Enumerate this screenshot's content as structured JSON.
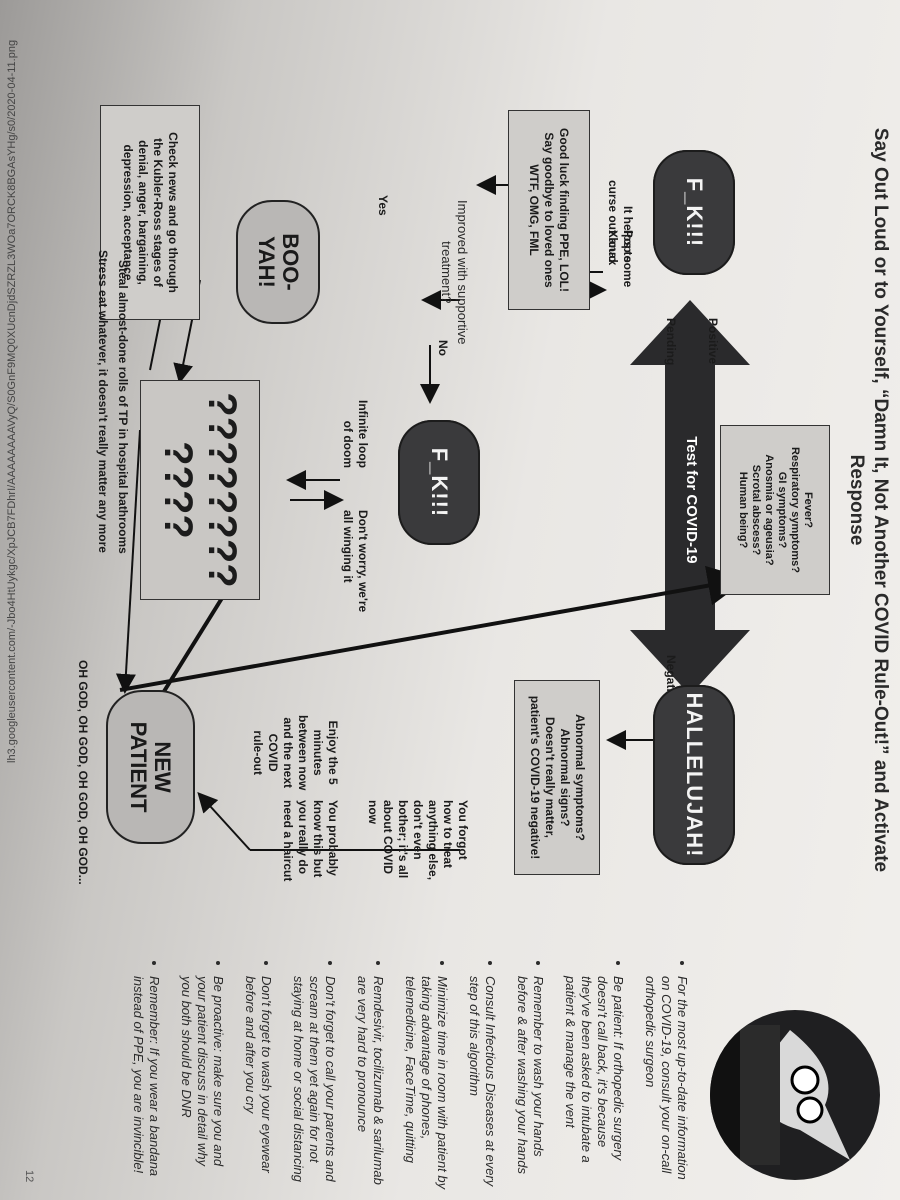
{
  "title": "Say Out Loud or to Yourself, “Damn It, Not Another COVID Rule-Out!” and Activate Response",
  "symptom_box": "Fever?\nRespiratory symptoms?\nGI symptoms?\nAnosmia or ageusia?\nScrotal abscess?\nHuman being?",
  "test_label": "Test for COVID-19",
  "labels": {
    "positive": "Positive",
    "pending": "Pending",
    "negative": "Negative",
    "yes": "Yes",
    "no": "No"
  },
  "nodes": {
    "fk_positive": "F_K!!!",
    "fk_loop": "F_K!!!",
    "hallelujah": "HALLELUJAH!",
    "boo_yah": "BOO-\nYAH!",
    "new_patient": "NEW\nPATIENT",
    "questions_line1": "????????",
    "questions_line2": "????"
  },
  "texts": {
    "curse": "It helps to\ncurse out loud",
    "xanax": "Pop some\nXanax",
    "ppe_box": "Good luck finding PPE, LOL!\nSay goodbye to loved ones\nWTF, OMG, FML",
    "improved": "Improved with supportive\ntreatment?",
    "infinite_loop": "Infinite loop\nof doom",
    "winging": "Don't worry, we're\nall winging it",
    "kubler_box": "Check news and go through\nthe Kubler-Ross stages of\ndenial, anger, bargaining,\ndepression, acceptance",
    "steal_tp": "Steal almost-done rolls of TP in hospital bathrooms",
    "stress_eat": "Stress eat whatever, it doesn't really matter any more",
    "abnormal_box": "Abnormal symptoms?\nAbnormal signs?\nDoesn't really matter,\npatient's COVID-19 negative!",
    "you_forgot": "You forgot\nhow to treat\nanything else,\ndon't even\nbother; it's all\nabout COVID\nnow",
    "enjoy": "Enjoy the 5\nminutes\nbetween now\nand the next\nCOVID\nrule-out",
    "haircut": "You probably\nknow this but\nyou really do\nneed a haircut",
    "oh_god": "OH GOD, OH GOD, OH GOD, OH GOD..."
  },
  "sidebar_items": [
    "For the most up-to-date information on COVID-19, consult your on-call orthopedic surgeon",
    "Be patient: If orthopedic surgery doesn't call back, it's because they've been asked to intubate a patient & manage the vent",
    "Remember to wash your hands before & after washing your hands",
    "Consult Infectious Diseases at every step of this algorithm",
    "Minimize time in room with patient by taking advantage of phones, telemedicine, FaceTime, quitting",
    "Remdesivir, tocilizumab & sarilumab are very hard to pronounce",
    "Don't forget to call your parents and scream at them yet again for not staying at home or social distancing",
    "Don't forget to wash your eyewear before and after you cry",
    "Be proactive: make sure you and your patient discuss in detail why you both should be DNR",
    "Remember: If you wear a bandana instead of PPE, you are invincible!"
  ],
  "url": "lh3.googleusercontent.com/-Jbo4HtUykgc/XpJCB7FDhrI/AAAAAAAAVyQ/S0GnF9MQ0XUcnDjdSZRZL3WOa7ORCK8BGAsYHg/s0/2020-04-11.png",
  "page_number": "12",
  "icons": [
    "plague-doctor-icon"
  ],
  "colors": {
    "dark_node": "#3a3a3c",
    "box_fill": "#cfcdca"
  }
}
